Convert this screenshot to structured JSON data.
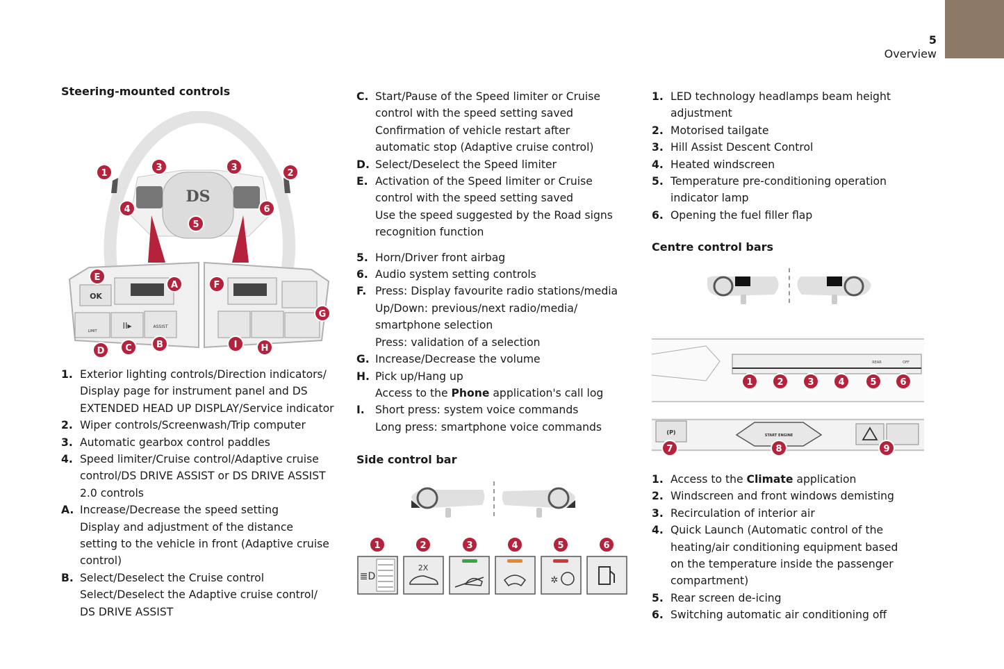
{
  "header": {
    "page_number": "5",
    "section": "Overview"
  },
  "col1": {
    "heading": "Steering-mounted controls",
    "items": [
      {
        "label": "1.",
        "lines": [
          "Exterior lighting controls/Direction indicators/",
          "Display page for instrument panel and DS",
          "EXTENDED HEAD UP DISPLAY/Service indicator"
        ]
      },
      {
        "label": "2.",
        "lines": [
          "Wiper controls/Screenwash/Trip computer"
        ]
      },
      {
        "label": "3.",
        "lines": [
          "Automatic gearbox control paddles"
        ]
      },
      {
        "label": "4.",
        "lines": [
          "Speed limiter/Cruise control/Adaptive cruise",
          "control/DS DRIVE ASSIST or DS DRIVE ASSIST",
          "2.0 controls"
        ]
      },
      {
        "label": "A.",
        "lines": [
          "Increase/Decrease the speed setting",
          "Display and adjustment of the distance",
          "setting to the vehicle in front (Adaptive cruise",
          "control)"
        ]
      },
      {
        "label": "B.",
        "lines": [
          "Select/Deselect the Cruise control",
          "Select/Deselect the Adaptive cruise control/",
          "DS DRIVE ASSIST"
        ]
      }
    ]
  },
  "col2": {
    "items_a": [
      {
        "label": "C.",
        "lines": [
          "Start/Pause of the Speed limiter or Cruise",
          "control with the speed setting saved",
          "Confirmation of vehicle restart after",
          "automatic stop (Adaptive cruise control)"
        ]
      },
      {
        "label": "D.",
        "lines": [
          "Select/Deselect the Speed limiter"
        ]
      },
      {
        "label": "E.",
        "lines": [
          "Activation of the Speed limiter or Cruise",
          "control with the speed setting saved",
          "Use the speed suggested by the Road signs",
          "recognition function"
        ]
      }
    ],
    "items_b": [
      {
        "label": "5.",
        "lines": [
          "Horn/Driver front airbag"
        ]
      },
      {
        "label": "6.",
        "lines": [
          "Audio system setting controls"
        ]
      },
      {
        "label": "F.",
        "lines": [
          "Press: Display favourite radio stations/media",
          "Up/Down: previous/next radio/media/",
          "smartphone selection",
          "Press: validation of a selection"
        ]
      },
      {
        "label": "G.",
        "lines": [
          "Increase/Decrease the volume"
        ]
      }
    ],
    "item_h": {
      "label": "H.",
      "line1": "Pick up/Hang up",
      "line2_pre": "Access to the ",
      "line2_bold": "Phone",
      "line2_post": " application's call log"
    },
    "item_i": {
      "label": "I.",
      "lines": [
        "Short press: system voice commands",
        "Long press: smartphone voice commands"
      ]
    },
    "side_heading": "Side control bar",
    "side_numbers": [
      "1",
      "2",
      "3",
      "4",
      "5",
      "6"
    ],
    "twox_label": "2X"
  },
  "col3": {
    "items": [
      {
        "label": "1.",
        "lines": [
          "LED technology headlamps beam height",
          "adjustment"
        ]
      },
      {
        "label": "2.",
        "lines": [
          "Motorised tailgate"
        ]
      },
      {
        "label": "3.",
        "lines": [
          "Hill Assist Descent Control"
        ]
      },
      {
        "label": "4.",
        "lines": [
          "Heated windscreen"
        ]
      },
      {
        "label": "5.",
        "lines": [
          "Temperature pre-conditioning operation",
          "indicator lamp"
        ]
      },
      {
        "label": "6.",
        "lines": [
          "Opening the fuel filler flap"
        ]
      }
    ],
    "centre_heading": "Centre control bars",
    "item_c1": {
      "label": "1.",
      "pre": "Access to the ",
      "bold": "Climate",
      "post": " application"
    },
    "centre_items": [
      {
        "label": "2.",
        "lines": [
          "Windscreen and front windows demisting"
        ]
      },
      {
        "label": "3.",
        "lines": [
          "Recirculation of interior air"
        ]
      },
      {
        "label": "4.",
        "lines": [
          "Quick Launch (Automatic control of the",
          "heating/air conditioning equipment based",
          "on the temperature inside the passenger",
          "compartment)"
        ]
      },
      {
        "label": "5.",
        "lines": [
          "Rear screen de-icing"
        ]
      },
      {
        "label": "6.",
        "lines": [
          "Switching automatic air conditioning off"
        ]
      }
    ],
    "bar_numbers": [
      "1",
      "2",
      "3",
      "4",
      "5",
      "6"
    ],
    "bar_labels": [
      "",
      "",
      "",
      "REAR",
      "",
      "OFF"
    ],
    "lower_numbers": [
      "7",
      "8",
      "9"
    ],
    "start_engine_label": "START ENGINE"
  },
  "steering": {
    "callouts": [
      "1",
      "2",
      "3",
      "3",
      "4",
      "5",
      "6",
      "E",
      "A",
      "F",
      "G",
      "D",
      "C",
      "B",
      "I",
      "H"
    ],
    "ok_label": "OK",
    "limit_label": "LIMIT",
    "assist_label": "ASSIST"
  },
  "colors": {
    "accent": "#b5223b",
    "tab": "#8c7a66",
    "green": "#3aa547",
    "orange": "#e08a2e",
    "red": "#d23a3a"
  }
}
